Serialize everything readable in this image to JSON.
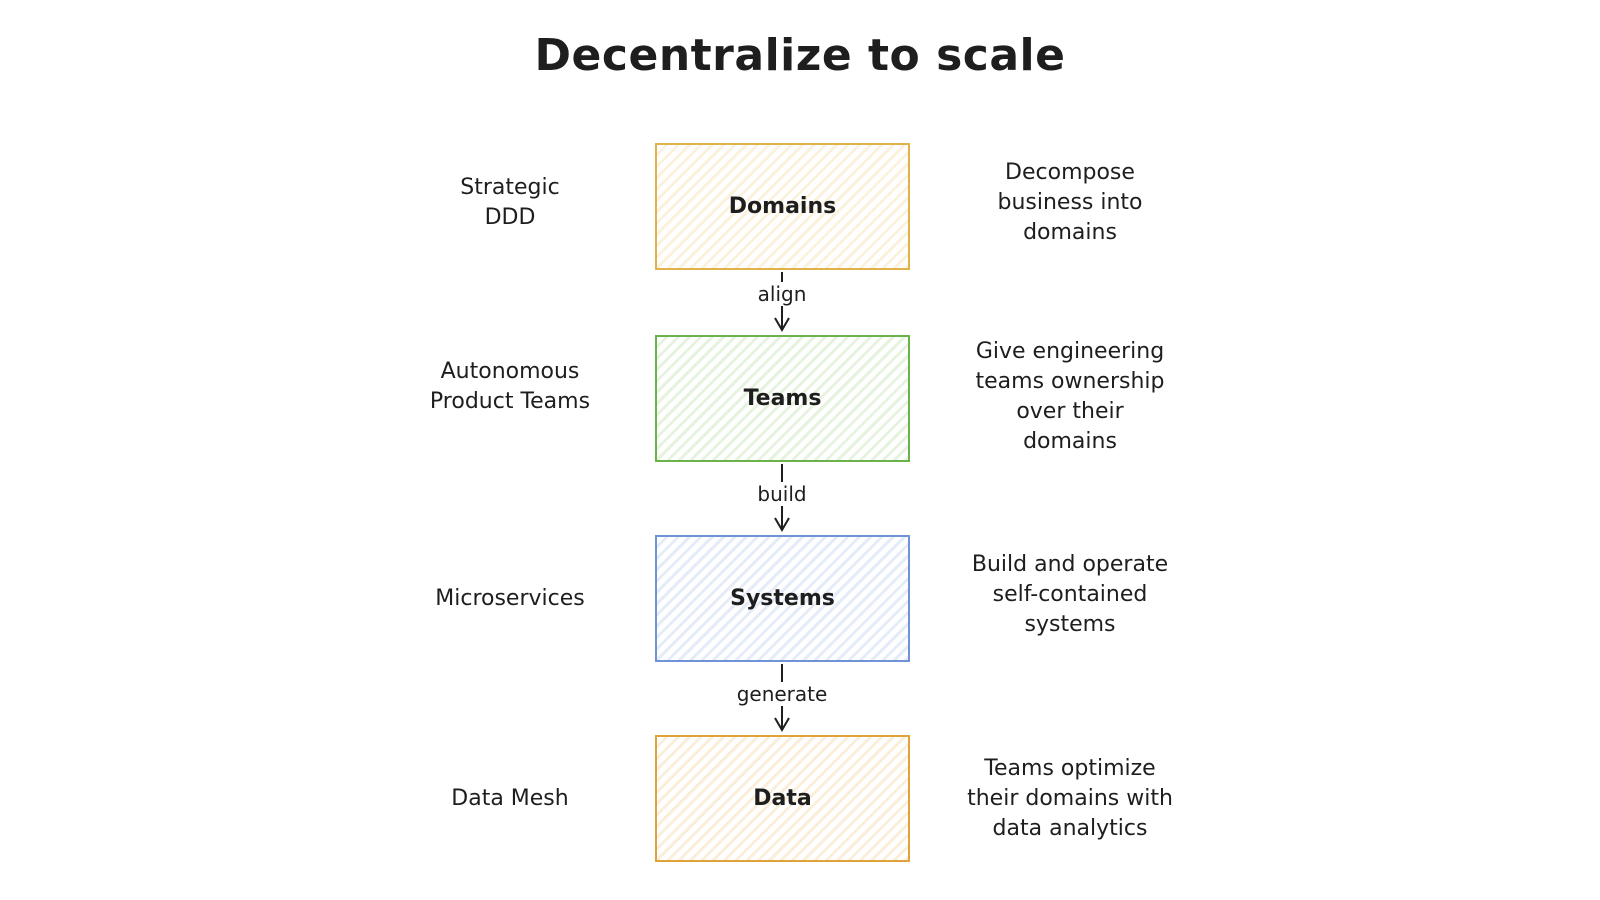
{
  "title": "Decentralize to scale",
  "rows": [
    {
      "left": [
        "Strategic",
        "DDD"
      ],
      "box": "Domains",
      "right": [
        "Decompose",
        "business into",
        "domains"
      ],
      "color": "#e0b24a",
      "fill": "#fbf1dc"
    },
    {
      "left": [
        "Autonomous",
        "Product Teams"
      ],
      "box": "Teams",
      "right": [
        "Give engineering",
        "teams ownership",
        "over their",
        "domains"
      ],
      "color": "#6ab24a",
      "fill": "#e6f3de"
    },
    {
      "left": [
        "Microservices"
      ],
      "box": "Systems",
      "right": [
        "Build and operate",
        "self-contained",
        "systems"
      ],
      "color": "#6f93d6",
      "fill": "#e5ecf9"
    },
    {
      "left": [
        "Data Mesh"
      ],
      "box": "Data",
      "right": [
        "Teams optimize",
        "their domains with",
        "data analytics"
      ],
      "color": "#e0a23a",
      "fill": "#fbeeda"
    }
  ],
  "connectors": [
    "align",
    "build",
    "generate"
  ],
  "colors": {
    "text": "#1e1e1e",
    "background": "#ffffff"
  }
}
